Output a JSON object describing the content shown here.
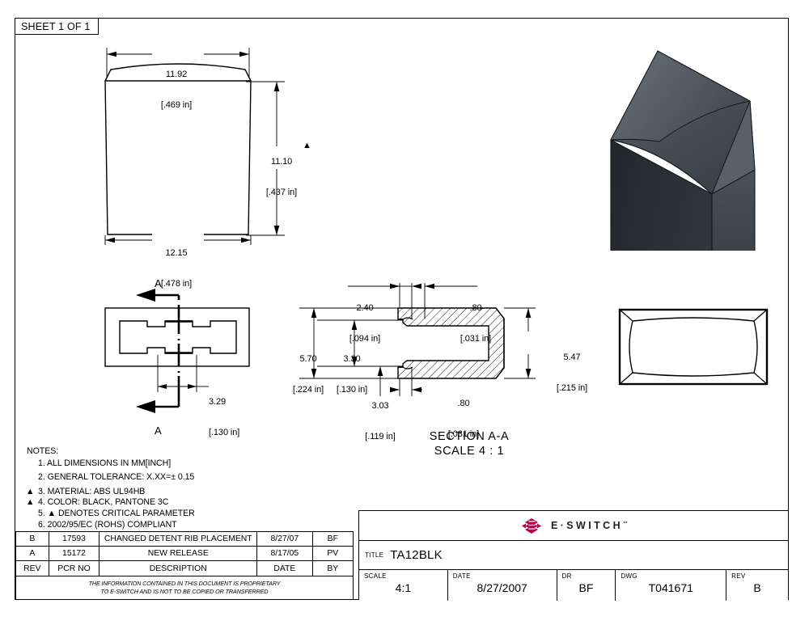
{
  "sheet": {
    "tag": "SHEET 1 OF 1"
  },
  "front_view": {
    "width_top": {
      "mm": "11.92",
      "inch": "[.469 in]"
    },
    "height": {
      "mm": "11.10",
      "inch": "[.437 in]"
    },
    "width_bottom": {
      "mm": "12.15",
      "inch": "[.478 in]"
    },
    "critical_marker": "▲"
  },
  "bottom_view": {
    "section_letter_top": "A",
    "section_letter_bottom": "A",
    "rib_dim": {
      "mm": "3.29",
      "inch": "[.130 in]"
    }
  },
  "section_view": {
    "title": "SECTION  A-A",
    "subtitle": "SCALE 4 : 1",
    "dim_240": {
      "mm": "2.40",
      "inch": "[.094 in]"
    },
    "dim_80_top": {
      "mm": ".80",
      "inch": "[.031 in]"
    },
    "dim_80_bottom": {
      "mm": ".80",
      "inch": "[.031 in]"
    },
    "dim_570": {
      "mm": "5.70",
      "inch": "[.224 in]"
    },
    "dim_330": {
      "mm": "3.30",
      "inch": "[.130 in]"
    },
    "dim_303": {
      "mm": "3.03",
      "inch": "[.119 in]"
    },
    "dim_547": {
      "mm": "5.47",
      "inch": "[.215 in]"
    }
  },
  "notes": {
    "header": "NOTES:",
    "items": [
      {
        "marker": "",
        "text": "1. ALL DIMENSIONS IN MM[INCH]"
      },
      {
        "marker": "",
        "text": "2. GENERAL TOLERANCE: X.XX=± 0.15"
      },
      {
        "marker": "▲",
        "text": "3. MATERIAL: ABS UL94HB"
      },
      {
        "marker": "▲",
        "text": "4. COLOR: BLACK, PANTONE 3C"
      },
      {
        "marker": "",
        "text": "5. ▲ DENOTES CRITICAL PARAMETER"
      },
      {
        "marker": "",
        "text": "6. 2002/95/EC (ROHS) COMPLIANT"
      }
    ]
  },
  "revision_table": {
    "rows": [
      {
        "rev": "B",
        "pcr_no": "17593",
        "description": "CHANGED DETENT RIB PLACEMENT",
        "date": "8/27/07",
        "by": "BF"
      },
      {
        "rev": "A",
        "pcr_no": "15172",
        "description": "NEW RELEASE",
        "date": "8/17/05",
        "by": "PV"
      }
    ],
    "headers": {
      "rev": "REV",
      "pcr_no": "PCR NO",
      "description": "DESCRIPTION",
      "date": "DATE",
      "by": "BY"
    },
    "proprietary_line1": "THE INFORMATION CONTAINED IN THIS DOCUMENT IS PROPRIETARY",
    "proprietary_line2": "TO E-SWITCH AND IS NOT TO BE COPIED OR TRANSFERRED"
  },
  "title_block": {
    "brand": "E·SWITCH",
    "brand_tm": "™",
    "brand_color": "#b4004e",
    "title_caption": "TITLE",
    "title_value": "TA12BLK",
    "scale_caption": "SCALE",
    "scale_value": "4:1",
    "date_caption": "DATE",
    "date_value": "8/27/2007",
    "dr_caption": "DR",
    "dr_value": "BF",
    "dwg_caption": "DWG",
    "dwg_value": "T041671",
    "rev_caption": "REV",
    "rev_value": "B"
  },
  "colors": {
    "line": "#000000",
    "paper": "#ffffff",
    "part_dark": "#2b2f36",
    "part_mid": "#3e444d",
    "part_light": "#5b626c",
    "brand": "#b4004e"
  }
}
